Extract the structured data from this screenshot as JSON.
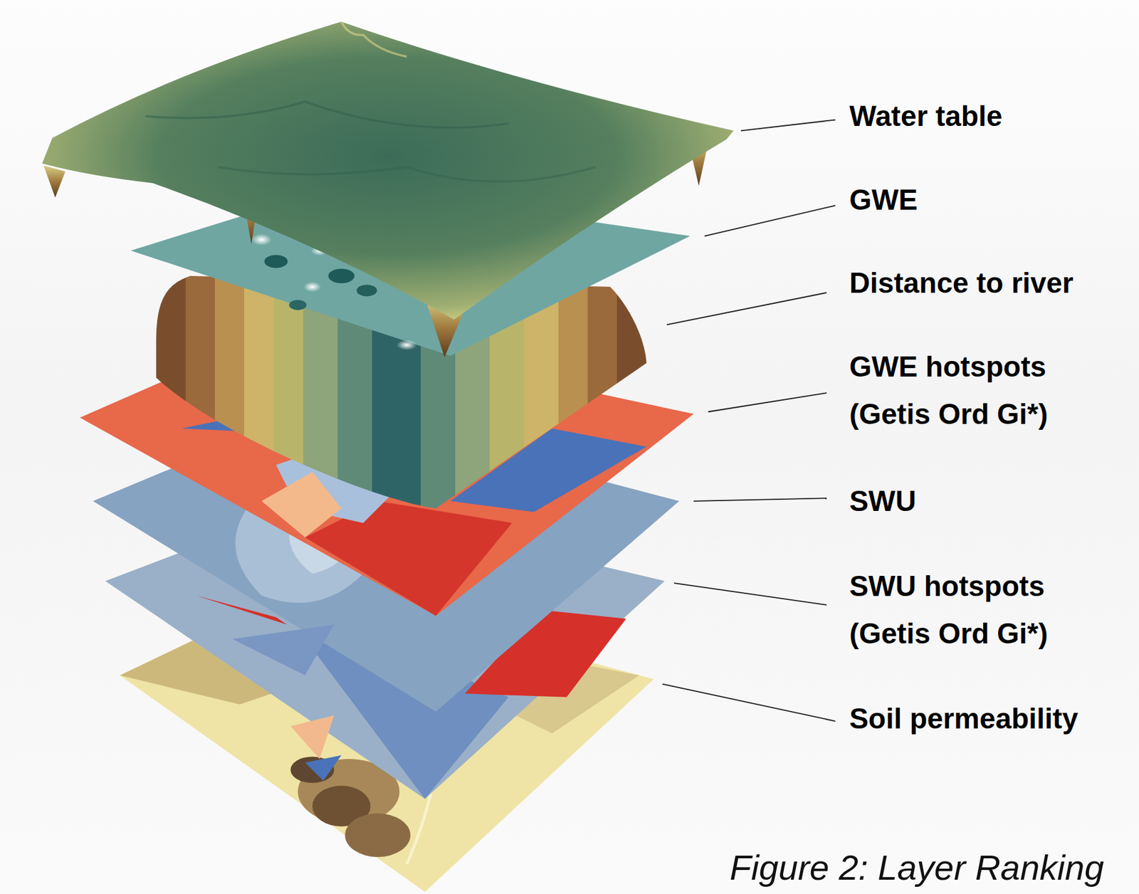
{
  "diagram": {
    "caption": "Figure 2: Layer Ranking",
    "labels": [
      "Water table",
      "GWE",
      "Distance to river",
      "GWE hotspots (Getis Ord Gi*)",
      "SWU",
      "SWU hotspots (Getis Ord Gi*)",
      "Soil permeability"
    ]
  }
}
